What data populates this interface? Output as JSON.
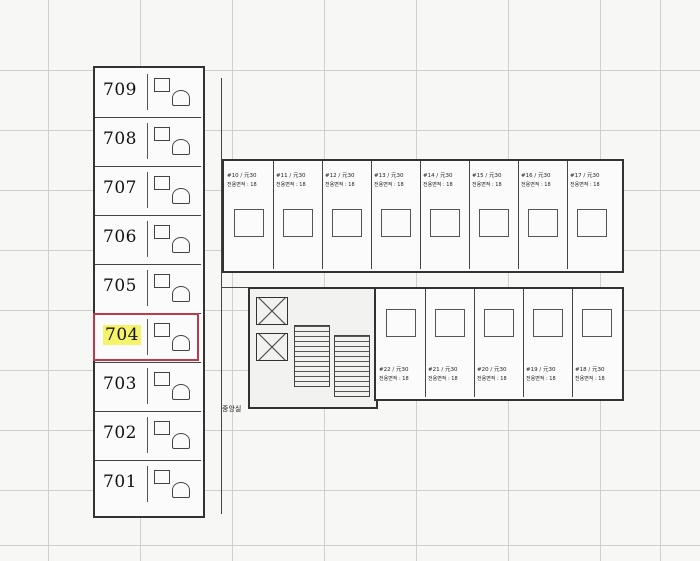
{
  "left_wing": {
    "units": [
      {
        "label": "709"
      },
      {
        "label": "708"
      },
      {
        "label": "707"
      },
      {
        "label": "706"
      },
      {
        "label": "705"
      },
      {
        "label": "704",
        "highlighted": true
      },
      {
        "label": "703"
      },
      {
        "label": "702"
      },
      {
        "label": "701"
      }
    ]
  },
  "top_wing": {
    "rooms": [
      {
        "label": "#10 / 元30",
        "sub": "전용면적 : 18"
      },
      {
        "label": "#11 / 元30",
        "sub": "전용면적 : 18"
      },
      {
        "label": "#12 / 元30",
        "sub": "전용면적 : 18"
      },
      {
        "label": "#13 / 元30",
        "sub": "전용면적 : 18"
      },
      {
        "label": "#14 / 元30",
        "sub": "전용면적 : 18"
      },
      {
        "label": "#15 / 元30",
        "sub": "전용면적 : 18"
      },
      {
        "label": "#16 / 元30",
        "sub": "전용면적 : 18"
      },
      {
        "label": "#17 / 元30",
        "sub": "전용면적 : 18"
      }
    ]
  },
  "bottom_wing": {
    "rooms": [
      {
        "label": "#22 / 元30",
        "sub": "전용면적 : 18"
      },
      {
        "label": "#21 / 元30",
        "sub": "전용면적 : 18"
      },
      {
        "label": "#20 / 元30",
        "sub": "전용면적 : 18"
      },
      {
        "label": "#19 / 元30",
        "sub": "전용면적 : 18"
      },
      {
        "label": "#18 / 元30",
        "sub": "전용면적 : 18"
      }
    ]
  },
  "core": {
    "label": "중앙실"
  },
  "colors": {
    "highlight_border": "#c0394b",
    "highlight_fill": "#f4f36a"
  }
}
